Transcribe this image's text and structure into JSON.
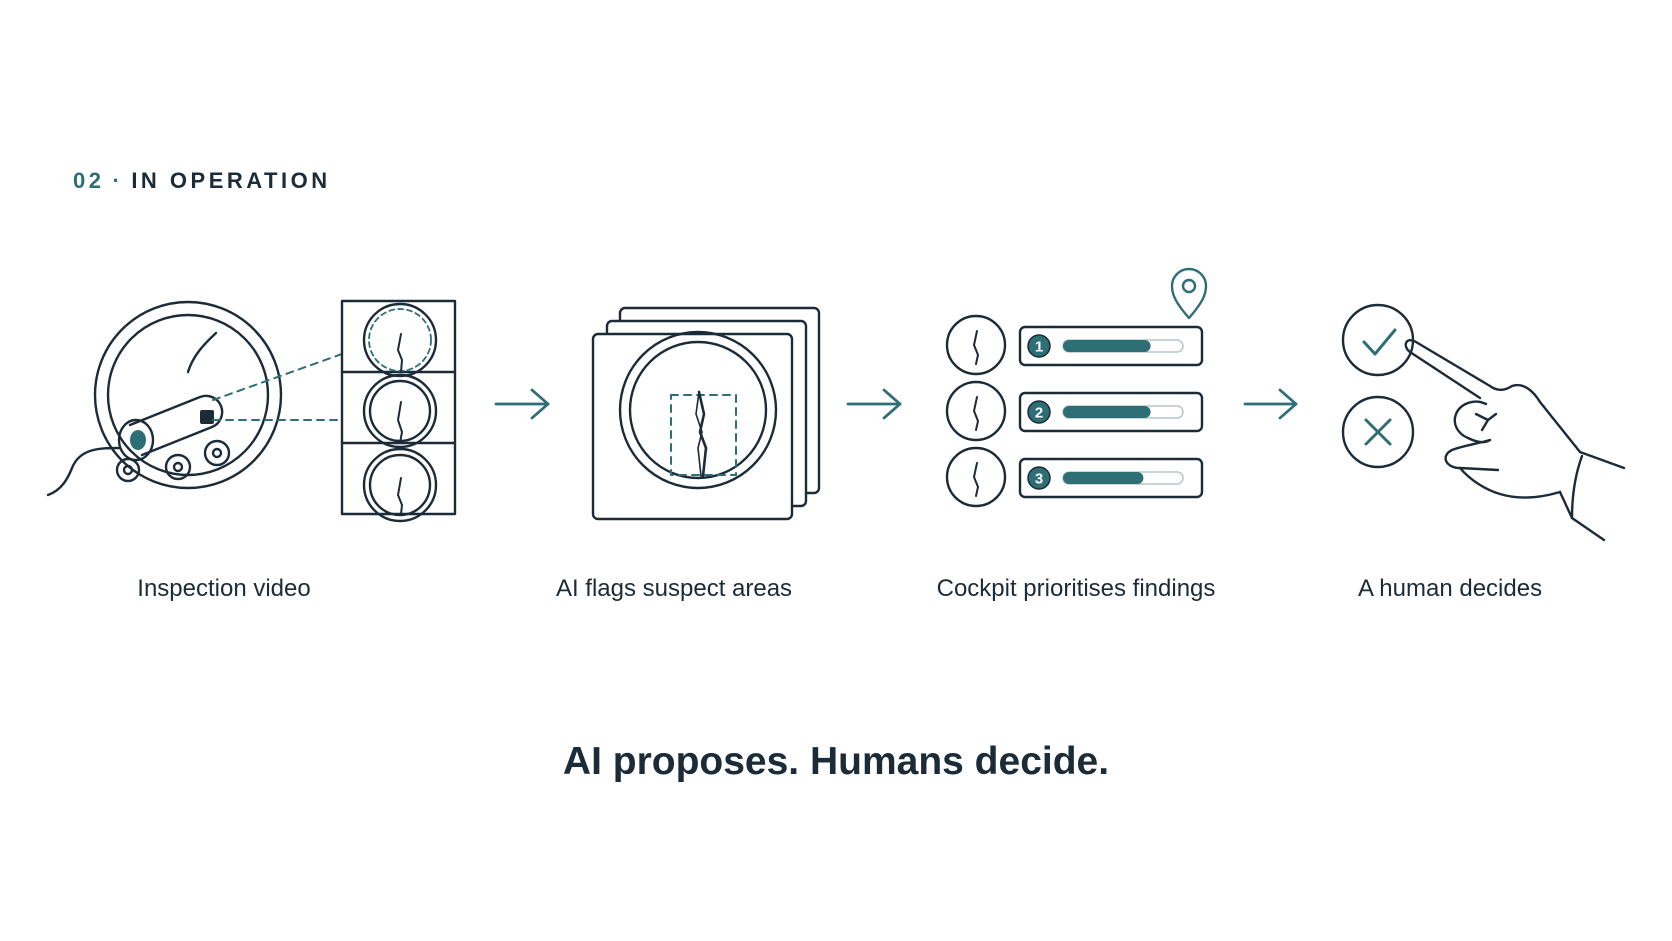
{
  "header": {
    "section_number": "02",
    "section_separator": "·",
    "section_title": "IN OPERATION"
  },
  "steps": [
    {
      "label": "Inspection video",
      "icon": "pipe-robot-camera-icon"
    },
    {
      "label": "AI flags suspect areas",
      "icon": "flagged-frame-icon"
    },
    {
      "label": "Cockpit prioritises findings",
      "icon": "prioritised-list-icon"
    },
    {
      "label": "A human decides",
      "icon": "hand-approve-reject-icon"
    }
  ],
  "priority_list": {
    "ranks": [
      "1",
      "2",
      "3"
    ],
    "scores": [
      0.73,
      0.73,
      0.67
    ]
  },
  "tagline": "AI proposes. Humans decide.",
  "colors": {
    "ink": "#1c2b38",
    "accent": "#2e6f76",
    "background": "#ffffff"
  }
}
